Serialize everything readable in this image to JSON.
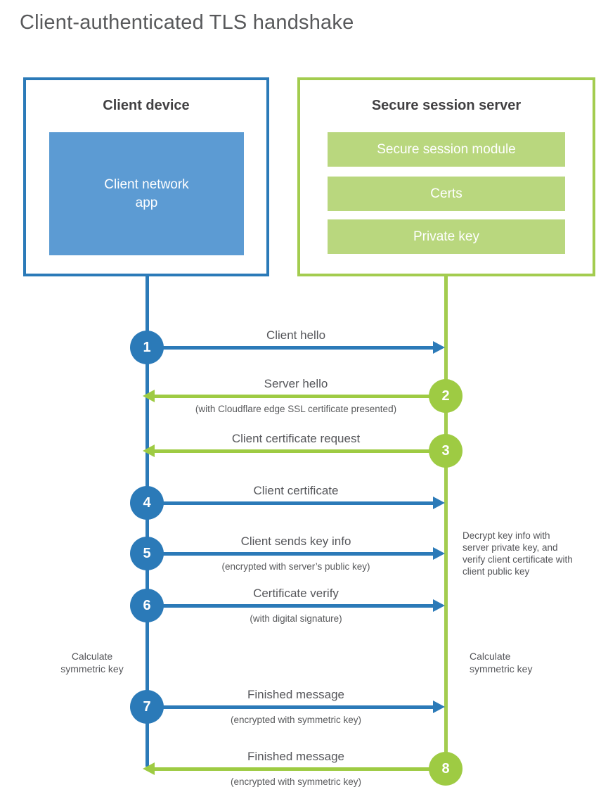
{
  "title": "Client-authenticated TLS handshake",
  "client": {
    "title": "Client device",
    "app_label": "Client network\napp"
  },
  "server": {
    "title": "Secure session server",
    "modules": [
      "Secure session module",
      "Certs",
      "Private key"
    ]
  },
  "steps": [
    {
      "num": "1",
      "label": "Client hello",
      "sub": "",
      "from": "client",
      "to": "server"
    },
    {
      "num": "2",
      "label": "Server hello",
      "sub": "(with Cloudflare edge SSL certificate presented)",
      "from": "server",
      "to": "client"
    },
    {
      "num": "3",
      "label": "Client certificate request",
      "sub": "",
      "from": "server",
      "to": "client"
    },
    {
      "num": "4",
      "label": "Client certificate",
      "sub": "",
      "from": "client",
      "to": "server"
    },
    {
      "num": "5",
      "label": "Client sends key info",
      "sub": "(encrypted with server’s public key)",
      "from": "client",
      "to": "server"
    },
    {
      "num": "6",
      "label": "Certificate verify",
      "sub": "(with digital signature)",
      "from": "client",
      "to": "server"
    },
    {
      "num": "7",
      "label": "Finished message",
      "sub": "(encrypted with symmetric key)",
      "from": "client",
      "to": "server"
    },
    {
      "num": "8",
      "label": "Finished message",
      "sub": "(encrypted with symmetric key)",
      "from": "server",
      "to": "client"
    }
  ],
  "notes": {
    "decrypt": "Decrypt key info with server private key, and verify client certificate with client public key",
    "calc_left": "Calculate symmetric key",
    "calc_right": "Calculate symmetric key"
  },
  "colors": {
    "blue": "#2b7ab8",
    "blue_fill": "#5c9bd3",
    "green": "#9ecb43",
    "green_fill": "#b9d77e",
    "heading_text": "#414042",
    "body_text": "#55565a"
  }
}
